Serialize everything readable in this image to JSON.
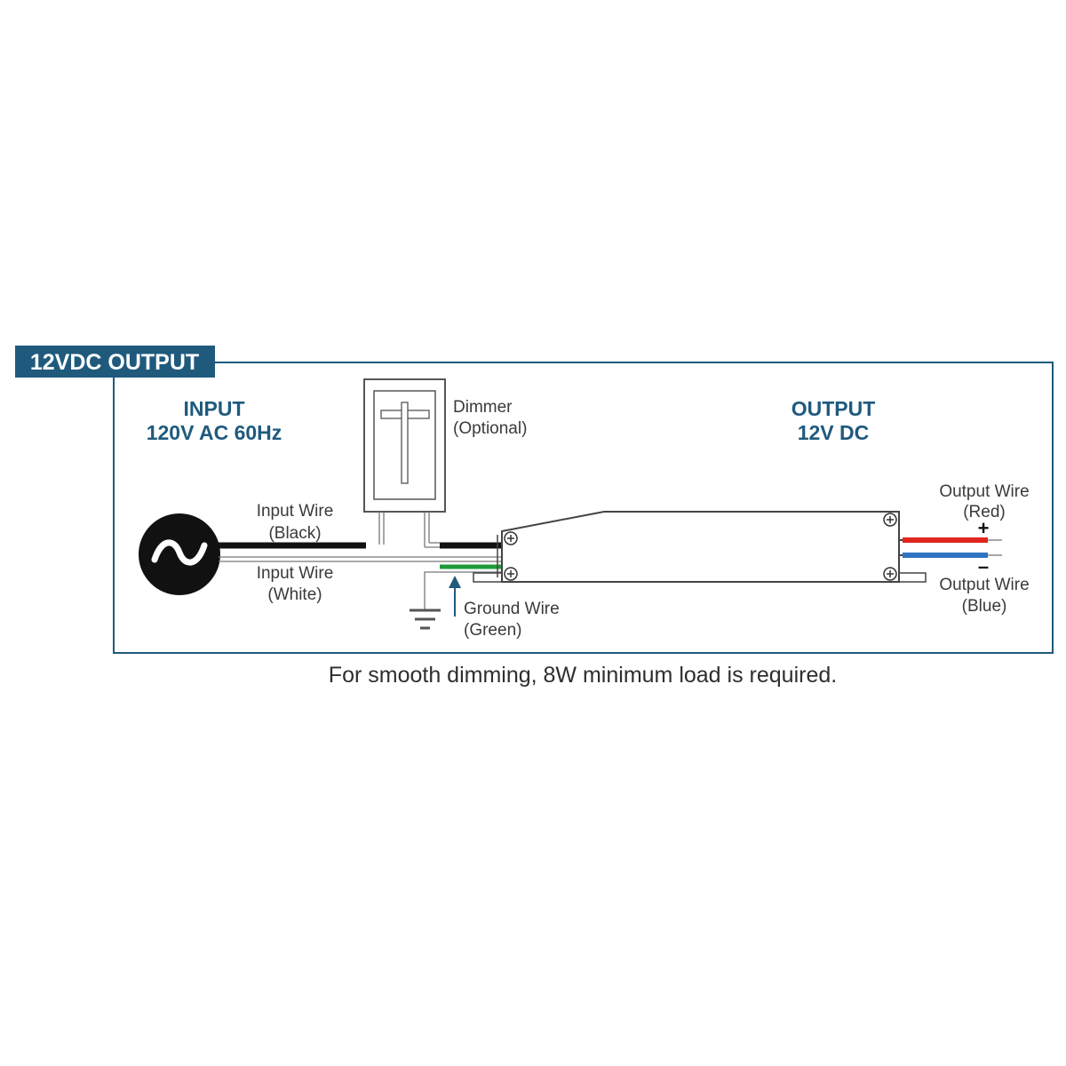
{
  "title": "12VDC OUTPUT",
  "input": {
    "heading": "INPUT",
    "spec": "120V AC 60Hz"
  },
  "output": {
    "heading": "OUTPUT",
    "spec": "12V DC"
  },
  "dimmer": {
    "name": "Dimmer",
    "note": "(Optional)"
  },
  "wires": {
    "input_black": {
      "name": "Input Wire",
      "color_label": "(Black)"
    },
    "input_white": {
      "name": "Input Wire",
      "color_label": "(White)"
    },
    "ground": {
      "name": "Ground Wire",
      "color_label": "(Green)"
    },
    "output_red": {
      "name": "Output Wire",
      "color_label": "(Red)",
      "polarity": "+"
    },
    "output_blue": {
      "name": "Output Wire",
      "color_label": "(Blue)",
      "polarity": "–"
    }
  },
  "ac_symbol": "~",
  "caption": "For smooth dimming, 8W minimum load is required.",
  "colors": {
    "frame": "#1f5a7d",
    "title_bg": "#1f5a7d",
    "black_wire": "#111111",
    "red_wire": "#e0261f",
    "blue_wire": "#2f73c0",
    "green_wire": "#1f9a3a"
  },
  "icons": [
    "ac-source-icon",
    "ground-symbol-icon",
    "dimmer-switch-icon",
    "screw-terminal-icon",
    "arrow-up-icon"
  ]
}
